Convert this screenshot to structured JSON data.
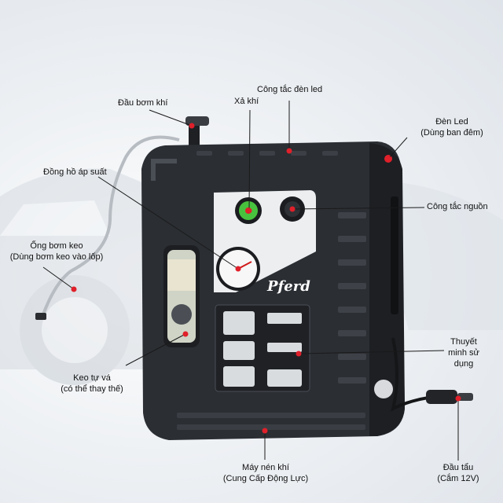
{
  "brand": "Pferd",
  "callouts": {
    "dau_bom_khi": "Đầu bơm khí",
    "xa_khi": "Xả khí",
    "cong_tac_den_led": "Công tắc đèn led",
    "den_led": [
      "Đèn Led",
      "(Dùng ban đêm)"
    ],
    "dong_ho_ap_suat": "Đồng hồ áp suất",
    "cong_tac_nguon": "Công tắc nguồn",
    "ong_bom_keo": [
      "Ống bơm keo",
      "(Dùng bơm keo vào lốp)"
    ],
    "thuyet_minh": [
      "Thuyết",
      "minh sử",
      "dụng"
    ],
    "keo_tu_va": [
      "Keo tự vá",
      "(có thể thay thế)"
    ],
    "dau_tau": [
      "Đầu tẩu",
      "(Cắm 12V)"
    ],
    "may_nen_khi": [
      "Máy nén khí",
      "(Cung Cấp Động Lực)"
    ]
  },
  "colors": {
    "marker": "#e0202a",
    "body": "#2b2e33",
    "panel": "#eceef0"
  }
}
